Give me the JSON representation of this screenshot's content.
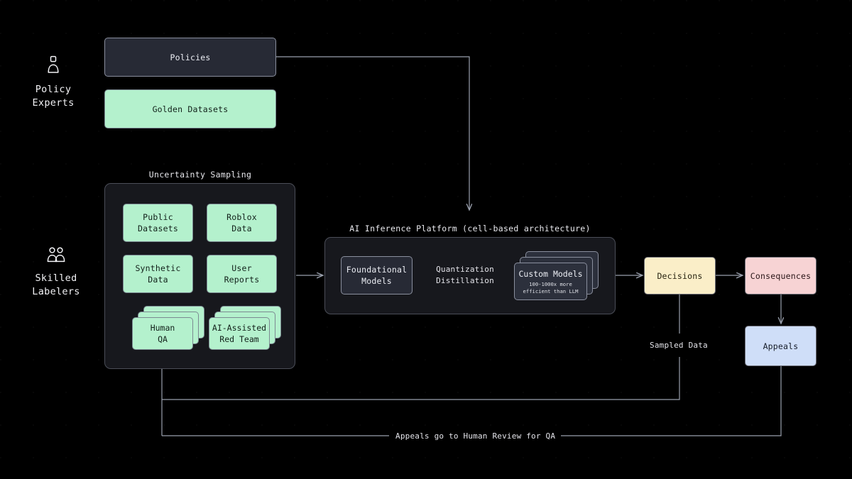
{
  "diagram": {
    "background_color": "#000000",
    "actors": [
      {
        "id": "policy-experts",
        "icon": "single-person-icon",
        "label": "Policy\nExperts"
      },
      {
        "id": "skilled-labelers",
        "icon": "two-people-icon",
        "label": "Skilled\nLabelers"
      }
    ],
    "top_nodes": [
      {
        "id": "policies",
        "label": "Policies",
        "color": "#272a35",
        "style": "slate"
      },
      {
        "id": "golden-datasets",
        "label": "Golden Datasets",
        "color": "#b4f1cd",
        "style": "mint"
      }
    ],
    "uncertainty_group": {
      "title": "Uncertainty Sampling",
      "items": [
        {
          "id": "public-datasets",
          "label": "Public\nDatasets",
          "stacked": false
        },
        {
          "id": "roblox-data",
          "label": "Roblox\nData",
          "stacked": false
        },
        {
          "id": "synthetic-data",
          "label": "Synthetic\nData",
          "stacked": false
        },
        {
          "id": "user-reports",
          "label": "User\nReports",
          "stacked": false
        },
        {
          "id": "human-qa",
          "label": "Human\nQA",
          "stacked": true
        },
        {
          "id": "ai-assisted-red-team",
          "label": "AI-Assisted\nRed Team",
          "stacked": true
        }
      ]
    },
    "platform_group": {
      "title": "AI Inference Platform (cell-based architecture)",
      "nodes": [
        {
          "id": "foundational-models",
          "label": "Foundational\nModels",
          "style": "slate",
          "stacked": false
        },
        {
          "id": "custom-models",
          "label": "Custom Models",
          "sublabel": "100-1000x more\nefficient than LLM",
          "style": "slate",
          "stacked": true
        }
      ],
      "inner_edge_label": "Quantization\nDistillation"
    },
    "outcome_nodes": [
      {
        "id": "decisions",
        "label": "Decisions",
        "color": "#faeec8",
        "style": "yellow"
      },
      {
        "id": "consequences",
        "label": "Consequences",
        "color": "#f7d3d4",
        "style": "pink"
      },
      {
        "id": "appeals",
        "label": "Appeals",
        "color": "#cfdef8",
        "style": "blue"
      }
    ],
    "edge_labels": [
      {
        "id": "sampled-data",
        "label": "Sampled Data"
      },
      {
        "id": "appeals-human-review",
        "label": "Appeals go to Human Review for QA"
      }
    ]
  }
}
